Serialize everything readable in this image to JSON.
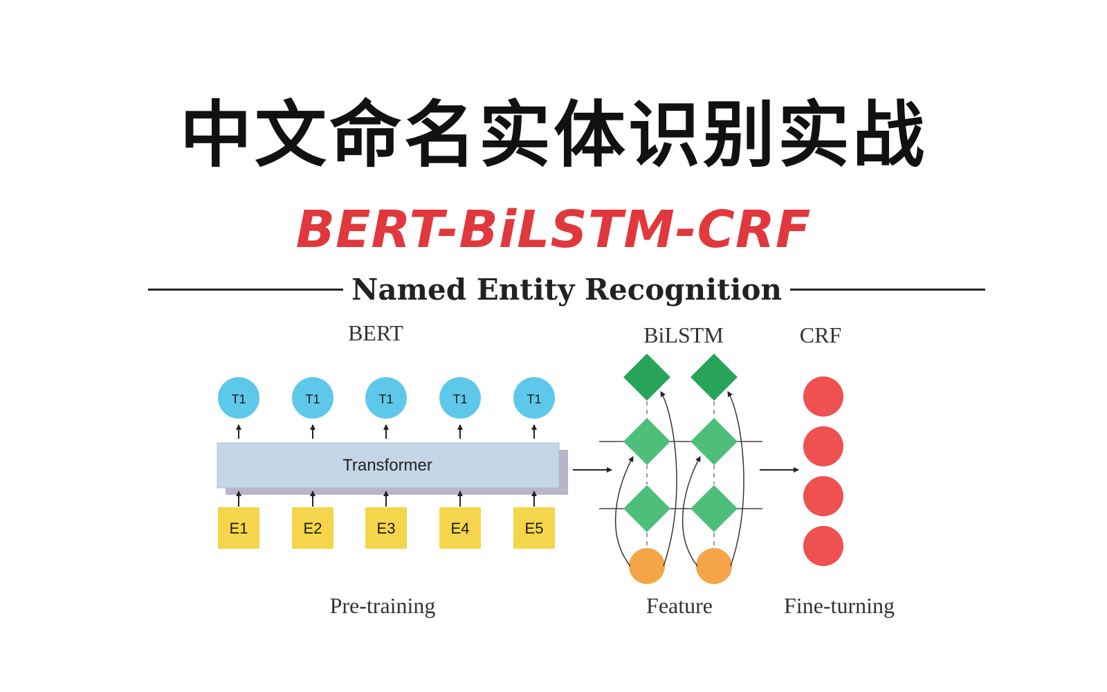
{
  "title": "中文命名实体识别实战",
  "subtitle_model": "BERT-BiLSTM-CRF",
  "subtitle_task": "Named Entity Recognition",
  "diagram": {
    "section_labels": {
      "bert": "BERT",
      "bilstm": "BiLSTM",
      "crf": "CRF"
    },
    "stage_labels": {
      "pretraining": "Pre-training",
      "feature": "Feature",
      "finetuning": "Fine-turning"
    },
    "transformer_label": "Transformer",
    "outputs": [
      "T1",
      "T1",
      "T1",
      "T1",
      "T1"
    ],
    "inputs": [
      "E1",
      "E2",
      "E3",
      "E4",
      "E5"
    ],
    "colors": {
      "token_blue": "#5ec8ea",
      "input_yellow": "#f5d54a",
      "transformer_fill": "#c5d6e6",
      "transformer_shadow": "#b9b4c8",
      "diamond_dark": "#27a35a",
      "diamond_light": "#4dbf7a",
      "orange": "#f5a548",
      "crf_red": "#ef5050",
      "title_red": "#e0383c"
    }
  }
}
